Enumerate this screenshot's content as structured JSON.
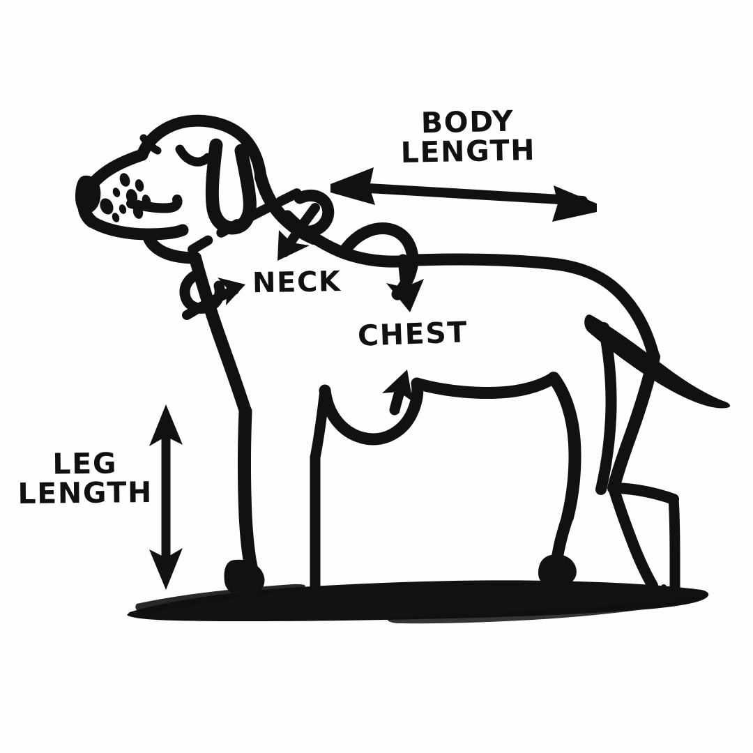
{
  "illustration": {
    "title": "Dog Measurement Guide",
    "subject": "side-view line drawing of a standing dog with measurement callouts",
    "style": "hand-drawn black brush ink on white paper",
    "ink_color": "#111111",
    "background_color": "#ffffff"
  },
  "labels": {
    "body_length": "BODY\nLENGTH",
    "neck": "NECK",
    "chest": "CHEST",
    "leg_length": "LEG\nLENGTH"
  },
  "measurements": [
    {
      "id": "body-length",
      "label": "BODY LENGTH",
      "arrow_type": "double-headed-horizontal",
      "description": "horizontal double arrow spanning from the shoulder to the rump"
    },
    {
      "id": "neck",
      "label": "NECK",
      "arrow_type": "two-arrows-converging",
      "description": "dashed line around the neck with arrows pointing at the neck girth loop"
    },
    {
      "id": "chest",
      "label": "CHEST",
      "arrow_type": "down-arrow-and-up-arrow",
      "description": "band looped around the chest just behind the front legs"
    },
    {
      "id": "leg-length",
      "label": "LEG LENGTH",
      "arrow_type": "double-headed-vertical",
      "description": "vertical double arrow from the elbow down to the ground"
    }
  ],
  "figure_parts": [
    "muzzle",
    "whisker-dots",
    "nose",
    "closed-eye",
    "floppy-ear",
    "head",
    "neck",
    "back",
    "tail",
    "chest",
    "front-leg",
    "rear-leg",
    "paw",
    "ground-shadow"
  ]
}
